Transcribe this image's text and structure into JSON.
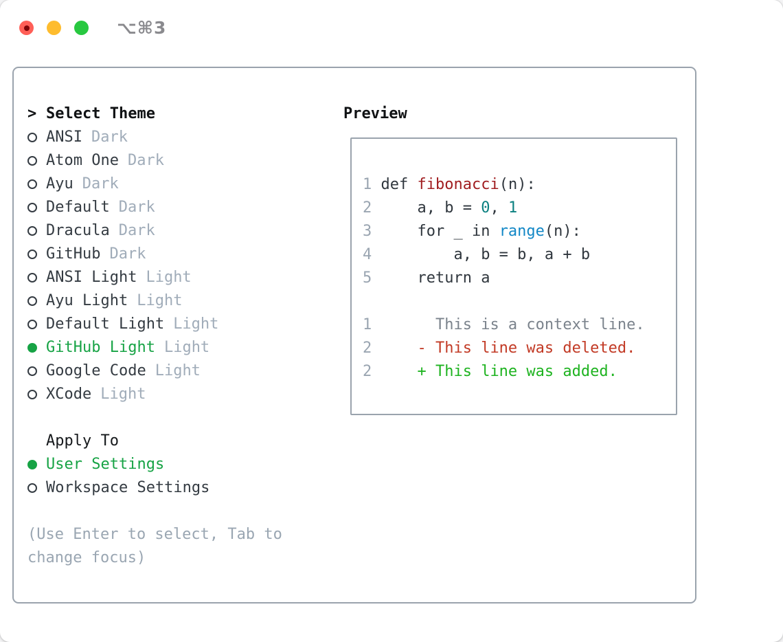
{
  "window": {
    "titlebar": {
      "shortcut_label": "⌥⌘3",
      "traffic_lights": [
        "close",
        "minimize",
        "zoom"
      ],
      "close_has_unsaved_dot": true
    }
  },
  "colors": {
    "light_red": "#ff5f57",
    "light_yellow": "#febc2e",
    "light_green": "#28c840",
    "unsaved_dot": "#7e0508",
    "title_gray": "#8a8a8e",
    "border_gray": "#9aa3ad",
    "header_black": "#101214",
    "item_text": "#343b42",
    "variant_tag_gray": "#a0acb9",
    "hint_gray": "#9aa6b2",
    "accent_green": "#17a345",
    "line_number_gray": "#9aa5b1",
    "code_default": "#2f363d",
    "function_red": "#a01d20",
    "literal_teal": "#0a8080",
    "call_blue": "#1287c6",
    "context_gray": "#7b838c",
    "deleted_red": "#c23a25",
    "added_green": "#1eb320"
  },
  "theme_selector": {
    "header_prefix": ">",
    "header_label": "Select Theme",
    "themes": [
      {
        "name": "ANSI",
        "variant": "Dark",
        "selected": false
      },
      {
        "name": "Atom One",
        "variant": "Dark",
        "selected": false
      },
      {
        "name": "Ayu",
        "variant": "Dark",
        "selected": false
      },
      {
        "name": "Default",
        "variant": "Dark",
        "selected": false
      },
      {
        "name": "Dracula",
        "variant": "Dark",
        "selected": false
      },
      {
        "name": "GitHub",
        "variant": "Dark",
        "selected": false
      },
      {
        "name": "ANSI Light",
        "variant": "Light",
        "selected": false
      },
      {
        "name": "Ayu Light",
        "variant": "Light",
        "selected": false
      },
      {
        "name": "Default Light",
        "variant": "Light",
        "selected": false
      },
      {
        "name": "GitHub Light",
        "variant": "Light",
        "selected": true
      },
      {
        "name": "Google Code",
        "variant": "Light",
        "selected": false
      },
      {
        "name": "XCode",
        "variant": "Light",
        "selected": false
      }
    ],
    "apply_to": {
      "label": "Apply To",
      "options": [
        {
          "label": "User Settings",
          "selected": true
        },
        {
          "label": "Workspace Settings",
          "selected": false
        }
      ]
    },
    "hint_lines": [
      "(Use Enter to select, Tab to",
      "change focus)"
    ]
  },
  "preview": {
    "label": "Preview",
    "lines": [
      {
        "type": "code",
        "tokens": [
          [
            "num",
            "1 "
          ],
          [
            "code",
            "def "
          ],
          [
            "fn",
            "fibonacci"
          ],
          [
            "code",
            "(n):"
          ]
        ]
      },
      {
        "type": "code",
        "tokens": [
          [
            "num",
            "2 "
          ],
          [
            "code",
            "    a, b = "
          ],
          [
            "lit",
            "0"
          ],
          [
            "code",
            ", "
          ],
          [
            "lit",
            "1"
          ]
        ]
      },
      {
        "type": "code",
        "tokens": [
          [
            "num",
            "3 "
          ],
          [
            "code",
            "    for _ in "
          ],
          [
            "call",
            "range"
          ],
          [
            "code",
            "(n):"
          ]
        ]
      },
      {
        "type": "code",
        "tokens": [
          [
            "num",
            "4 "
          ],
          [
            "code",
            "        a, b = b, a + b"
          ]
        ]
      },
      {
        "type": "code",
        "tokens": [
          [
            "num",
            "5 "
          ],
          [
            "code",
            "    return a"
          ]
        ]
      },
      {
        "type": "blank",
        "tokens": []
      },
      {
        "type": "diff-context",
        "tokens": [
          [
            "num",
            "1 "
          ],
          [
            "ctx",
            "      This is a context line."
          ]
        ]
      },
      {
        "type": "diff-deleted",
        "tokens": [
          [
            "num",
            "2 "
          ],
          [
            "del",
            "    - This line was deleted."
          ]
        ]
      },
      {
        "type": "diff-added",
        "tokens": [
          [
            "num",
            "2 "
          ],
          [
            "add",
            "    + This line was added."
          ]
        ]
      }
    ]
  }
}
